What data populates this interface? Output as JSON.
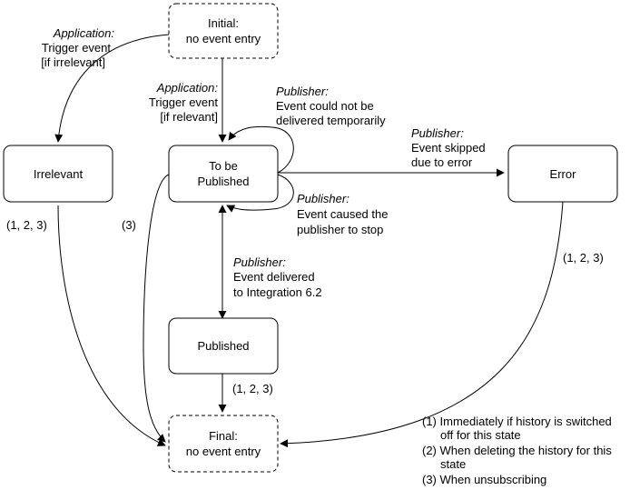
{
  "nodes": {
    "initial": {
      "line1": "Initial:",
      "line2": "no event entry"
    },
    "irrelevant": {
      "label": "Irrelevant"
    },
    "to_be_published": {
      "line1": "To be",
      "line2": "Published"
    },
    "error": {
      "label": "Error"
    },
    "published": {
      "label": "Published"
    },
    "final": {
      "line1": "Final:",
      "line2": "no event entry"
    }
  },
  "edges": {
    "initial_to_irrelevant": {
      "actor": "Application:",
      "line1": "Trigger event",
      "line2": "[if irrelevant]"
    },
    "initial_to_tbp": {
      "actor": "Application:",
      "line1": "Trigger event",
      "line2": "[if relevant]"
    },
    "loop_temporary": {
      "actor": "Publisher:",
      "line1": "Event could not be",
      "line2": "delivered temporarily"
    },
    "loop_stop": {
      "actor": "Publisher:",
      "line1": "Event caused the",
      "line2": "publisher to stop"
    },
    "tbp_to_error": {
      "actor": "Publisher:",
      "line1": "Event skipped",
      "line2": "due to error"
    },
    "tbp_to_published": {
      "actor": "Publisher:",
      "line1": "Event delivered",
      "line2": "to Integration 6.2"
    },
    "irrelevant_to_final": {
      "label": "(1, 2, 3)"
    },
    "tbp_to_final": {
      "label": "(3)"
    },
    "error_to_final": {
      "label": "(1, 2, 3)"
    },
    "published_to_final": {
      "label": "(1, 2, 3)"
    }
  },
  "legend": {
    "item1_line1": "(1) Immediately if history is switched",
    "item1_line2": "off for this state",
    "item2_line1": "(2) When deleting the history for this",
    "item2_line2": "state",
    "item3": "(3) When unsubscribing"
  }
}
